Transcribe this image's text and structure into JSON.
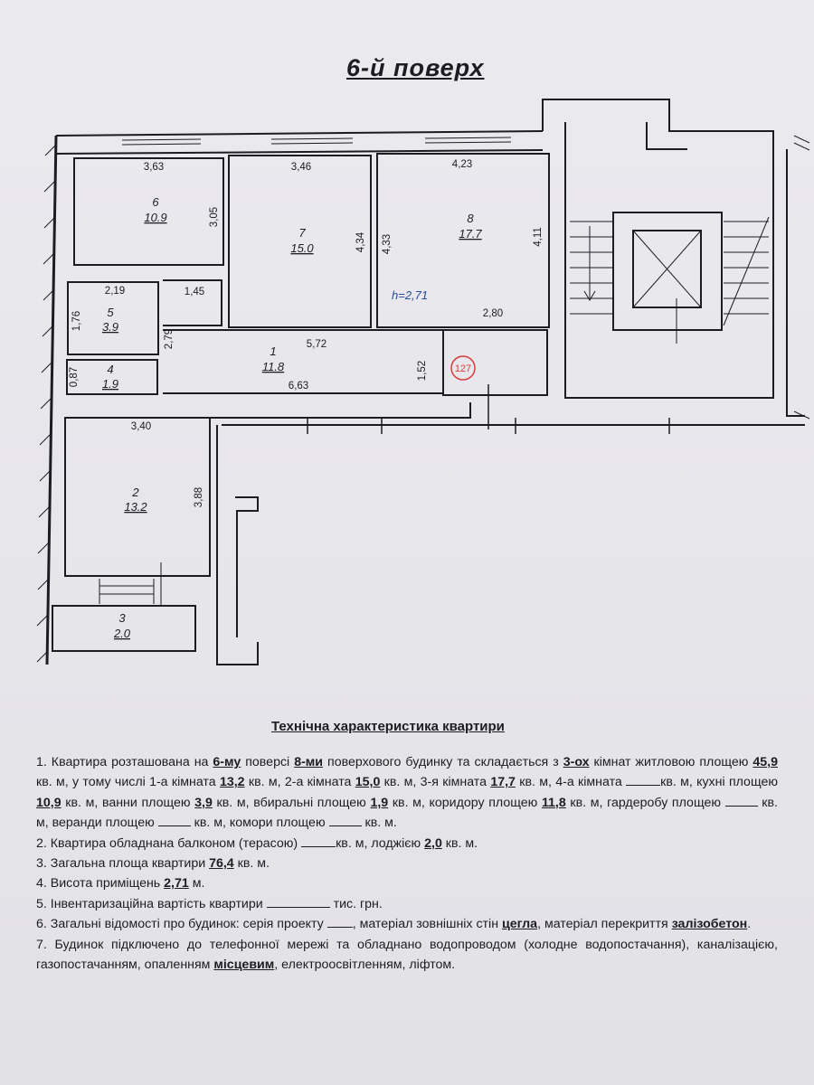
{
  "floor_title": "6-й поверх",
  "rooms": [
    {
      "id": "r6",
      "number": "6",
      "area": "10.9"
    },
    {
      "id": "r7",
      "number": "7",
      "area": "15.0"
    },
    {
      "id": "r8",
      "number": "8",
      "area": "17.7"
    },
    {
      "id": "r5",
      "number": "5",
      "area": "3.9"
    },
    {
      "id": "r4",
      "number": "4",
      "area": "1.9"
    },
    {
      "id": "r1",
      "number": "1",
      "area": "11.8"
    },
    {
      "id": "r2",
      "number": "2",
      "area": "13.2"
    },
    {
      "id": "r3",
      "number": "3",
      "area": "2.0"
    }
  ],
  "dimensions": {
    "d363": "3,63",
    "d305": "3,05",
    "d346": "3,46",
    "d434": "4,34",
    "d423": "4,23",
    "d433": "4,33",
    "d411": "4,11",
    "d219": "2,19",
    "d145": "1,45",
    "d176": "1,76",
    "d279": "2,79",
    "d280": "2,80",
    "d572": "5,72",
    "d152": "1,52",
    "d087": "0,87",
    "d663": "6,63",
    "d340": "3,40",
    "d388": "3,88"
  },
  "height_note": "h=2,71",
  "stamp_number": "127",
  "spec": {
    "title": "Технічна характеристика квартири",
    "l1_a": "1.  Квартира  розташована на ",
    "l1_floor": "6-му",
    "l1_b": " поверсі ",
    "l1_storeys": "8-ми",
    "l1_c": " поверхового будинку та складається з ",
    "l1_rooms": "3-ох",
    "l1_d": " кімнат житловою  площею  ",
    "l1_living": "45,9",
    "l1_e": "  кв. м, у тому числі 1-а кімната  ",
    "l1_r1": "13,2",
    "l1_f": " кв. м,  2-а кімната  ",
    "l1_r2": "15,0",
    "l1_g": " кв. м,  3-я кімната ",
    "l1_r3": "17,7",
    "l1_h": " кв. м, 4-а кімната ",
    "l1_i": "кв. м, кухні площею ",
    "l1_kitchen": "10,9",
    "l1_j": "  кв. м, ванни  площею  ",
    "l1_bath": "3,9",
    "l1_k": " кв. м, вбиральні  площею  ",
    "l1_wc": "1,9",
    "l1_l": " кв. м, коридору площею  ",
    "l1_corr": "11,8",
    "l1_m": " кв. м, гардеробу площею ",
    "l1_n": " кв. м, веранди площею ",
    "l1_o": " кв. м, комори площею ",
    "l1_p": " кв. м.",
    "l2_a": "2. Квартира  обладнана балконом (терасою) ",
    "l2_b": "кв. м, лоджією ",
    "l2_loggia": "2,0",
    "l2_c": " кв. м.",
    "l3_a": "3. Загальна площа квартири  ",
    "l3_total": "76,4",
    "l3_b": " кв. м.",
    "l4_a": "4. Висота приміщень ",
    "l4_h": "2,71",
    "l4_b": " м.",
    "l5_a": "5. Інвентаризаційна вартість квартири ",
    "l5_b": " тис. грн.",
    "l6_a": "6. Загальні  відомості  про  будинок:  серія  проекту ",
    "l6_b": ",  матеріал  зовнішніх  стін ",
    "l6_wall": "цегла",
    "l6_c": ",  матеріал перекриття ",
    "l6_floor": "залізобетон",
    "l6_d": ".",
    "l7_a": "7.  Будинок  підключено  до  телефонної  мережі  та  обладнано  водопроводом  (холодне водопостачання),  каналізацією,  газопостачанням,  опаленням  ",
    "l7_heat": "місцевим",
    "l7_b": ",  електроосвітленням, ліфтом."
  }
}
